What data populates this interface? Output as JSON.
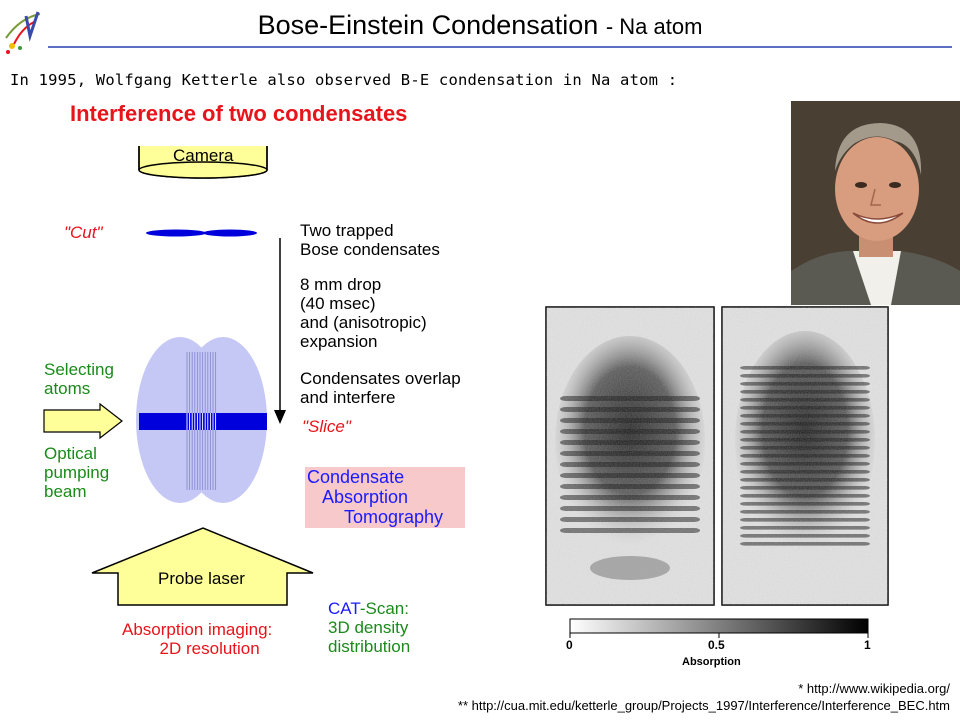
{
  "header": {
    "title": "Bose-Einstein Condensation",
    "subtitle": "- Na atom",
    "intro": "In 1995, Wolfgang Ketterle also observed B-E condensation in Na atom :"
  },
  "figure": {
    "title": "Interference of two condensates",
    "camera": "Camera",
    "cut": "\"Cut\"",
    "slice": "\"Slice\"",
    "two_trapped_1": "Two trapped",
    "two_trapped_2": "Bose condensates",
    "drop_1": "8 mm drop",
    "drop_2": "(40 msec)",
    "drop_3": "and (anisotropic)",
    "drop_4": "expansion",
    "overlap_1": "Condensates overlap",
    "overlap_2": "and interfere",
    "selecting_1": "Selecting",
    "selecting_2": "atoms",
    "optical_1": "Optical",
    "optical_2": "pumping",
    "optical_3": "beam",
    "cat_c": "C",
    "cat_c_rest": "ondensate",
    "cat_a": "A",
    "cat_a_rest": "bsorption",
    "cat_t": "T",
    "cat_t_rest": "omography",
    "probe": "Probe laser",
    "abs_imaging_1": "Absorption imaging:",
    "abs_imaging_2": "2D resolution",
    "catscan_1": "CAT",
    "catscan_1_rest": "-Scan:",
    "catscan_2": "3D density",
    "catscan_3": "distribution"
  },
  "colorbar": {
    "label": "Absorption",
    "ticks": [
      "0",
      "0.5",
      "1"
    ]
  },
  "photo": {
    "subject": "portrait-photo"
  },
  "references": {
    "ref1": "* http://www.wikipedia.org/",
    "ref2": "** http://cua.mit.edu/ketterle_group/Projects_1997/Interference/Interference_BEC.htm"
  },
  "colors": {
    "accent_rule": "#5a6fc0",
    "red": "#e8141b",
    "green": "#1a8a1a",
    "blue": "#1a1aff",
    "condensate_fill": "#c5c8f5",
    "probe_fill": "#ffff99"
  }
}
